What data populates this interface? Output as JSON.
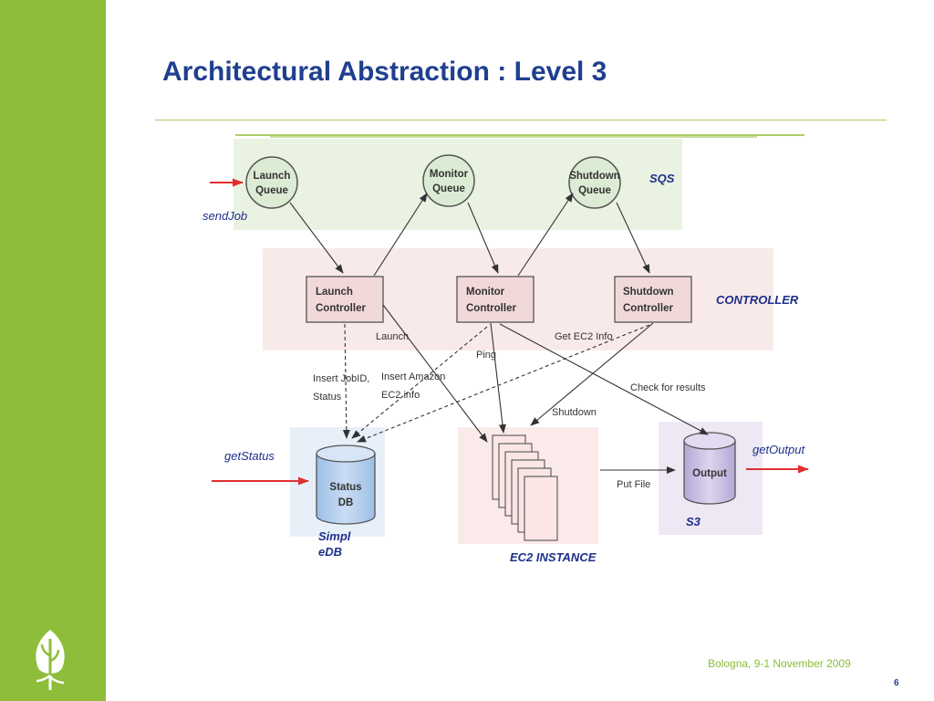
{
  "slide": {
    "title": "Architectural Abstraction : Level 3",
    "footer_date": "Bologna, 9-1 November 2009",
    "page_number": "6",
    "logo_icon": "sprout-icon"
  },
  "colors": {
    "sidebar": "#8dbd3a",
    "title": "#1f3f8f",
    "queue_fill": "#dcebd3",
    "controller_fill": "#f2d9d9",
    "db_fill": "#bcd5ef",
    "output_fill": "#cfc4e4",
    "arrow_red": "#e03030"
  },
  "diagram": {
    "queues": {
      "launch": [
        "Launch",
        "Queue"
      ],
      "monitor": [
        "Monitor",
        "Queue"
      ],
      "shutdown": [
        "Shutdown",
        "Queue"
      ]
    },
    "controllers": {
      "launch": [
        "Launch",
        "Controller"
      ],
      "monitor": [
        "Monitor",
        "Controller"
      ],
      "shutdown": [
        "Shutdown",
        "Controller"
      ]
    },
    "status_db": [
      "Status",
      "DB"
    ],
    "output": "Output",
    "region_labels": {
      "sqs": "SQS",
      "controller": "CONTROLLER",
      "simpledb_line1": "Simpl",
      "simpledb_line2": "eDB",
      "ec2": "EC2 INSTANCE",
      "s3": "S3"
    },
    "external": {
      "send_job": "sendJob",
      "get_status": "getStatus",
      "get_output": "getOutput"
    },
    "edge_labels": {
      "launch": "Launch",
      "get_ec2_info": "Get EC2 Info",
      "ping": "Ping",
      "insert_jobid": [
        "Insert JobID,",
        "Status"
      ],
      "insert_amazon": [
        "Insert Amazon",
        "EC2 info"
      ],
      "check_results": "Check for results",
      "shutdown": "Shutdown",
      "put_file": "Put File"
    }
  }
}
